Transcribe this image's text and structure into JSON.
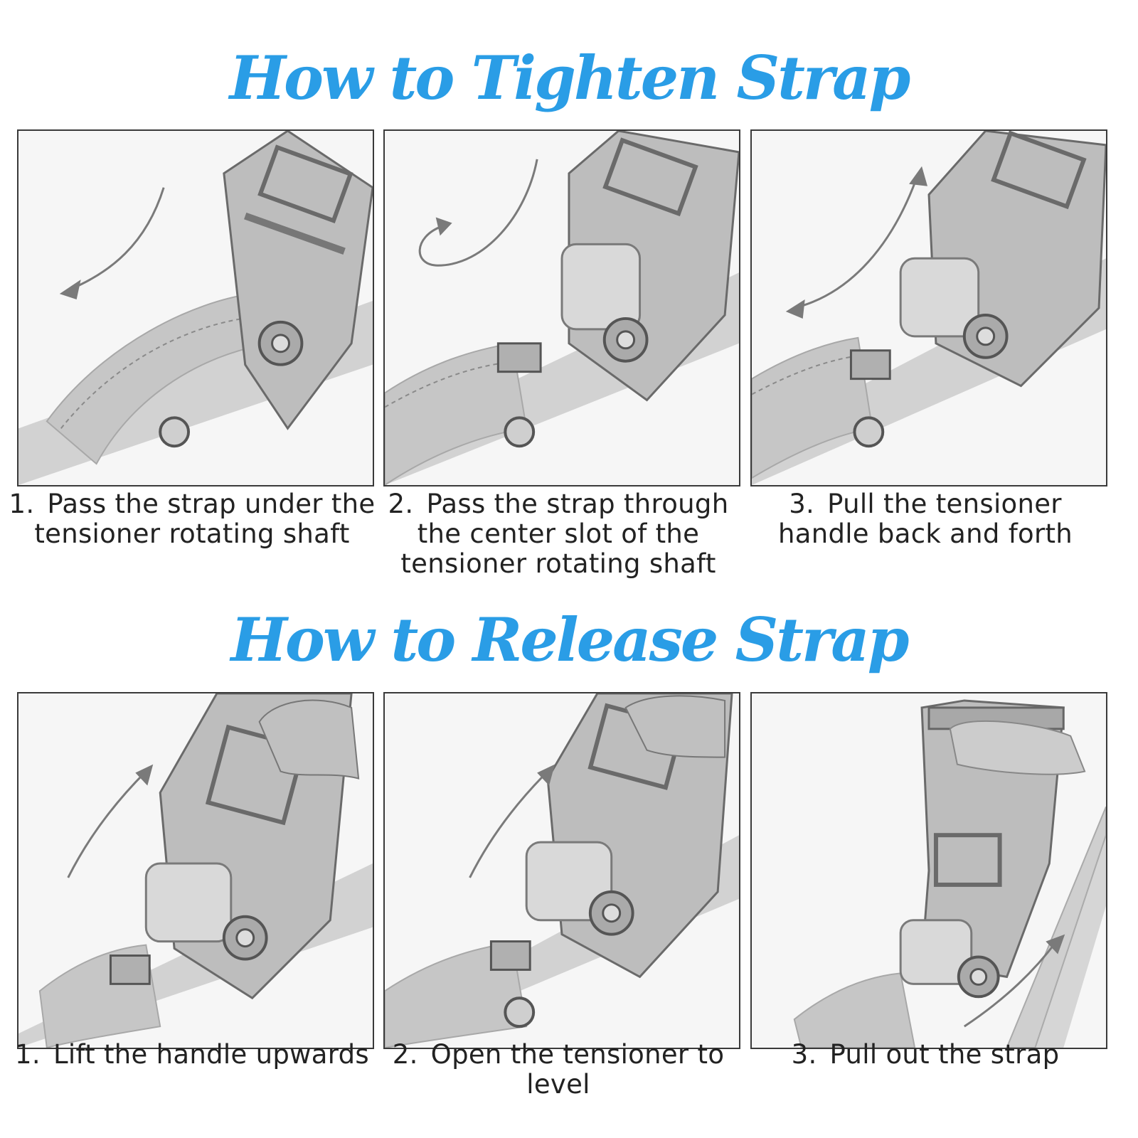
{
  "tighten": {
    "title": "How to Tighten Strap",
    "steps": [
      {
        "number": "1.",
        "text": "Pass the strap under the tensioner rotating shaft"
      },
      {
        "number": "2.",
        "text": "Pass the strap through the center slot of the tensioner rotating shaft"
      },
      {
        "number": "3.",
        "text": "Pull the tensioner handle back and forth"
      }
    ]
  },
  "release": {
    "title": "How to Release Strap",
    "steps": [
      {
        "number": "1.",
        "text": "Lift the handle upwards"
      },
      {
        "number": "2.",
        "text": "Open the tensioner to level"
      },
      {
        "number": "3.",
        "text": "Pull out the strap"
      }
    ]
  },
  "colors": {
    "title": "#2a9de6",
    "caption": "#222222",
    "panel_border": "#3a3a3a",
    "strap": "#c8c8c8",
    "metal": "#9a9a9a"
  }
}
